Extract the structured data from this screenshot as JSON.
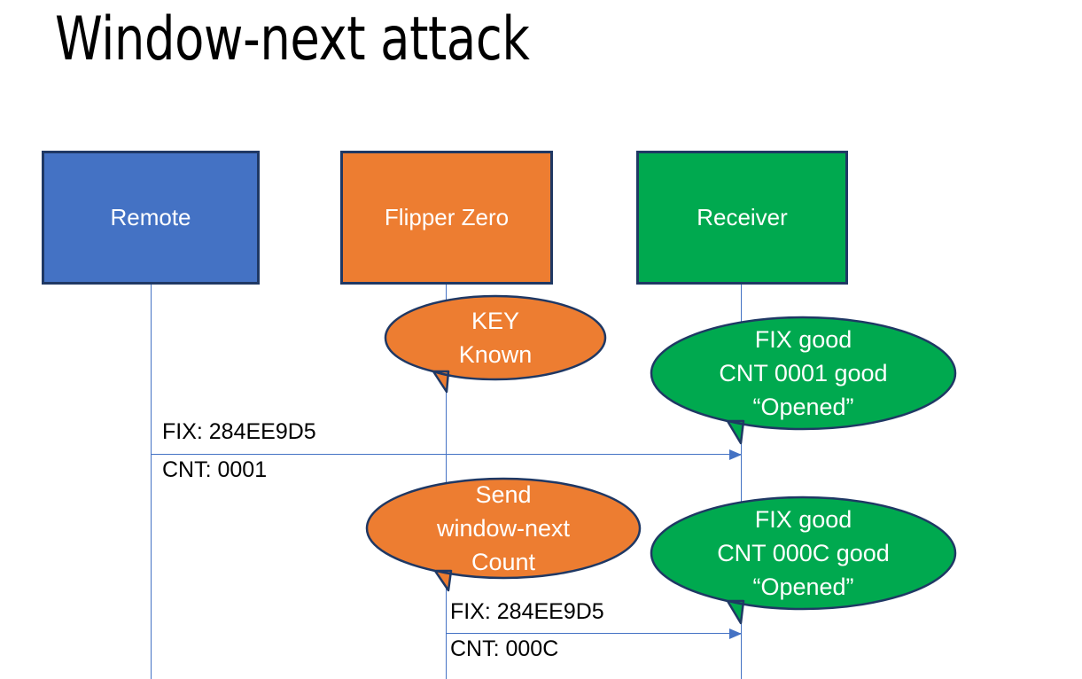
{
  "slide": {
    "title": "Window-next attack",
    "background": "#FFFFFF"
  },
  "colors": {
    "remote_fill": "#4472C4",
    "flipper_fill": "#ED7D31",
    "receiver_fill": "#00A94F",
    "shape_border": "#1F3864",
    "connector": "#4472C4",
    "text_on_shape": "#FFFFFF",
    "text_body": "#000000"
  },
  "actors": [
    {
      "id": "remote",
      "label": "Remote"
    },
    {
      "id": "flipper",
      "label": "Flipper Zero"
    },
    {
      "id": "receiver",
      "label": "Receiver"
    }
  ],
  "messages": [
    {
      "id": "msg-1",
      "from": "remote",
      "to": "receiver",
      "fix_label": "FIX: 284EE9D5",
      "cnt_label": "CNT: 0001"
    },
    {
      "id": "msg-2",
      "from": "flipper",
      "to": "receiver",
      "fix_label": "FIX: 284EE9D5",
      "cnt_label": "CNT: 000C"
    }
  ],
  "callouts": [
    {
      "id": "key-known",
      "owner": "flipper",
      "fill": "#ED7D31",
      "lines": [
        "KEY",
        "Known"
      ]
    },
    {
      "id": "receiver-open-1",
      "owner": "receiver",
      "fill": "#00A94F",
      "lines": [
        "FIX good",
        "CNT 0001 good",
        "“Opened”"
      ]
    },
    {
      "id": "send-window-next",
      "owner": "flipper",
      "fill": "#ED7D31",
      "lines": [
        "Send",
        "window-next",
        "Count"
      ]
    },
    {
      "id": "receiver-open-2",
      "owner": "receiver",
      "fill": "#00A94F",
      "lines": [
        "FIX good",
        "CNT 000C good",
        "“Opened”"
      ]
    }
  ]
}
